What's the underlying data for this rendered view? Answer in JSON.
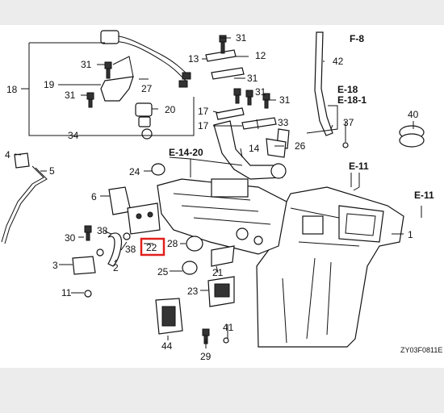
{
  "highlight_color": "#e0201c",
  "diagram": {
    "code": "ZY03F0811E",
    "highlighted_part": "22",
    "refs": {
      "f8": "F-8",
      "e18": "E-18",
      "e18_1": "E-18-1",
      "e14_20": "E-14-20",
      "e11_a": "E-11",
      "e11_b": "E-11"
    },
    "parts": {
      "p31a": "31",
      "p31b": "31",
      "p31c": "31",
      "p31d": "31",
      "p31e": "31",
      "p31f": "31",
      "p13": "13",
      "p12": "12",
      "p42": "42",
      "p18": "18",
      "p19": "19",
      "p27": "27",
      "p20": "20",
      "p34": "34",
      "p17a": "17",
      "p17b": "17",
      "p37": "37",
      "p40": "40",
      "p33": "33",
      "p26": "26",
      "p14": "14",
      "p4": "4",
      "p5": "5",
      "p24": "24",
      "p6": "6",
      "p1": "1",
      "p30": "30",
      "p38a": "38",
      "p38b": "38",
      "p22": "22",
      "p28": "28",
      "p2": "2",
      "p3": "3",
      "p25": "25",
      "p21": "21",
      "p11": "11",
      "p23": "23",
      "p41": "41",
      "p44": "44",
      "p29": "29"
    }
  }
}
